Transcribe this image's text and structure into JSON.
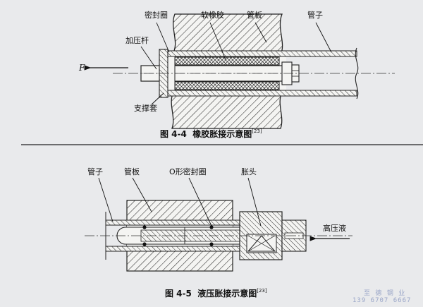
{
  "fig1": {
    "labels": {
      "seal_ring": "密封圈",
      "rubber": "软橡胶",
      "tube_plate": "管板",
      "tube": "管子",
      "press_rod": "加压杆",
      "force": "F",
      "support_sleeve": "支撑套"
    },
    "caption": {
      "number": "图 4-4",
      "title": "橡胶胀接示意图",
      "ref": "[23]"
    }
  },
  "fig2": {
    "labels": {
      "tube": "管子",
      "tube_plate": "管板",
      "o_ring": "O形密封圈",
      "expander_head": "胀头",
      "high_pressure_fluid": "高压液"
    },
    "caption": {
      "number": "图 4-5",
      "title": "液压胀接示意图",
      "ref": "[23]"
    }
  },
  "watermark": {
    "line1": "至 德 钢 业",
    "line2": "139 6707 6667"
  }
}
